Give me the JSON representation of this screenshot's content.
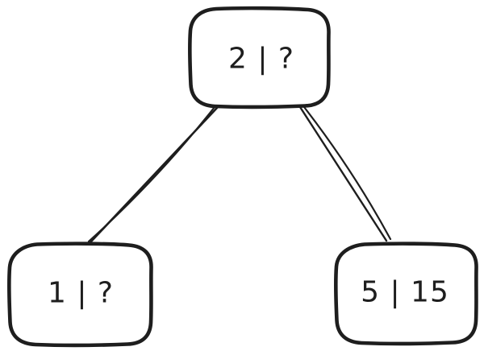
{
  "diagram": {
    "background": "#ffffff",
    "ink": "#1e1e1e",
    "nodes": [
      {
        "id": "root",
        "label": "2 | ?"
      },
      {
        "id": "left-child",
        "label": "1 | ?"
      },
      {
        "id": "right-child",
        "label": "5 | 15"
      }
    ],
    "edges": [
      {
        "from": "root",
        "to": "left-child"
      },
      {
        "from": "root",
        "to": "right-child"
      }
    ]
  }
}
